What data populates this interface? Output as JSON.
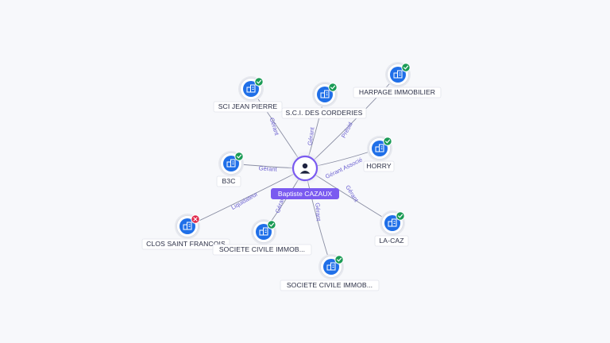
{
  "colors": {
    "company_icon": "#1f6fe8",
    "status_active": "#1a9b55",
    "status_closed": "#e0284a",
    "center_accent": "#7a5af0",
    "edge_label": "#6a5fd0"
  },
  "center": {
    "label": "Baptiste CAZAUX",
    "icon": "person-icon"
  },
  "companies": [
    {
      "id": "sci-jean-pierre",
      "label": "SCI JEAN PIERRE",
      "status": "active",
      "relation": "Gérant"
    },
    {
      "id": "sci-des-corderies",
      "label": "S.C.I. DES CORDERIES",
      "status": "active",
      "relation": "Gérant"
    },
    {
      "id": "harpage-immobilier",
      "label": "HARPAGE IMMOBILIER",
      "status": "active",
      "relation": "Présid"
    },
    {
      "id": "b3c",
      "label": "B3C",
      "status": "active",
      "relation": "Gérant"
    },
    {
      "id": "horry",
      "label": "HORRY",
      "status": "active",
      "relation": "Gérant Associé"
    },
    {
      "id": "clos-saint-francois",
      "label": "CLOS SAINT FRANCOIS",
      "status": "closed",
      "relation": "Liquidateur"
    },
    {
      "id": "societe-civile-1",
      "label": "SOCIETE CIVILE IMMOB...",
      "status": "active",
      "relation": "Gérant"
    },
    {
      "id": "la-caz",
      "label": "LA-CAZ",
      "status": "active",
      "relation": "Gérant"
    },
    {
      "id": "societe-civile-2",
      "label": "SOCIETE CIVILE IMMOB...",
      "status": "active",
      "relation": "Gérant"
    }
  ]
}
